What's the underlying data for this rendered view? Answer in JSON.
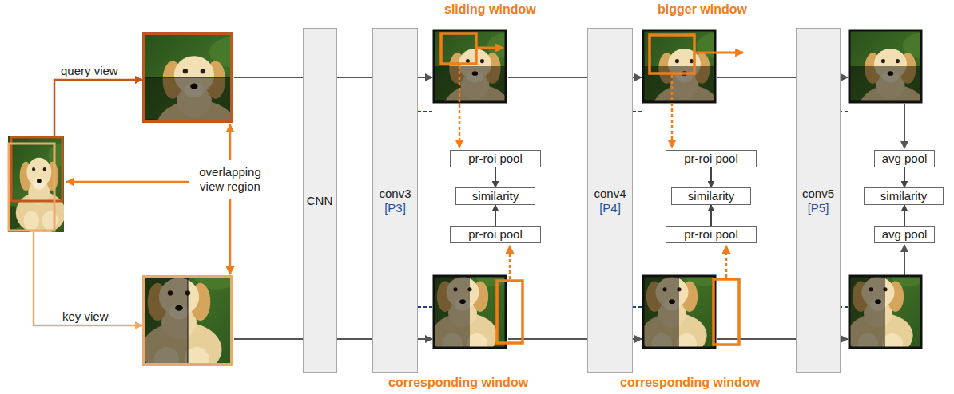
{
  "diagram": {
    "nodes": [
      {
        "text": [
          "CNN"
        ]
      },
      {
        "text": [
          "conv3",
          "[P3]"
        ]
      },
      {
        "text": [
          "conv4",
          "[P4]"
        ]
      },
      {
        "text": [
          "conv5",
          "[P5]"
        ]
      },
      {
        "text": [
          "pr-roi pool"
        ]
      },
      {
        "text": [
          "similarity"
        ]
      },
      {
        "text": [
          "pr-roi pool"
        ]
      },
      {
        "text": [
          "pr-roi pool"
        ]
      },
      {
        "text": [
          "similarity"
        ]
      },
      {
        "text": [
          "pr-roi pool"
        ]
      },
      {
        "text": [
          "avg pool"
        ]
      },
      {
        "text": [
          "similarity"
        ]
      },
      {
        "text": [
          "avg pool"
        ]
      }
    ],
    "edges": [
      {
        "from": 4,
        "to": 5,
        "arrow": "to"
      },
      {
        "from": 6,
        "to": 5,
        "arrow": "to"
      },
      {
        "from": 7,
        "to": 8,
        "arrow": "to"
      },
      {
        "from": 9,
        "to": 8,
        "arrow": "to"
      },
      {
        "from": 10,
        "to": 11,
        "arrow": "to"
      },
      {
        "from": 12,
        "to": 11,
        "arrow": "to"
      }
    ],
    "labels": [
      "sliding window",
      "bigger window",
      "query view",
      "overlapping view region",
      "key view",
      "corresponding window",
      "corresponding window"
    ]
  }
}
